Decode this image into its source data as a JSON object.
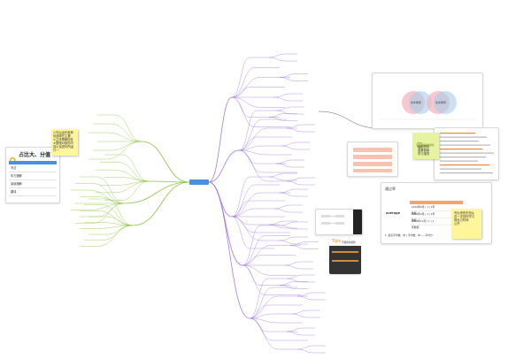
{
  "summary_card": {
    "title": "占比大、分值",
    "columns": [
      "",
      "",
      ""
    ],
    "rows": [
      [
        "写法",
        "",
        ""
      ],
      [
        "听力理解",
        "",
        ""
      ],
      [
        "阅读理解",
        "",
        ""
      ],
      [
        "翻译",
        "",
        ""
      ]
    ]
  },
  "mind_map": {
    "center": ""
  },
  "venn_card": {
    "left_label": "条件概率",
    "right_label": "条件概率",
    "top_left_note": "",
    "top_right_note": ""
  },
  "text_card": {
    "lines": []
  },
  "table_card": {
    "left_label": "通过率",
    "tag": "average",
    "headers": [
      "",
      ""
    ],
    "rows": [
      [
        "2019年6月 | 1 | 1年数据",
        ""
      ],
      [
        "2019年9月 | 1 | 1年数据",
        ""
      ],
      [
        "2019年12月 | 1 | 1年数据",
        ""
      ]
    ],
    "footer": "1. 最近平均数、中 | 平均数、中——平均分"
  },
  "tips_card": {
    "title": "Tips",
    "subtitle": "不规律的规律"
  },
  "sticky_notes": {
    "left": [
      "①先后运作各种",
      "情绪现在主要",
      "②主体理解回答",
      "③整理对原的内",
      "容以及是你所运",
      "行一"
    ],
    "middle": [
      "查阅资料",
      "重要链接",
      "学习指导"
    ],
    "right": [
      "写出来的东西从",
      "这一次到好学习",
      "到自己时间",
      "公开"
    ]
  },
  "colors": {
    "branch_green": "#8dc63f",
    "branch_purple": "#a57bd8",
    "center_blue": "#4a90e2",
    "sticky_yellow": "#fff59a",
    "table_orange": "#f4a46c",
    "venn_pink": "#f3b6c0",
    "venn_blue": "#a9cdea"
  }
}
